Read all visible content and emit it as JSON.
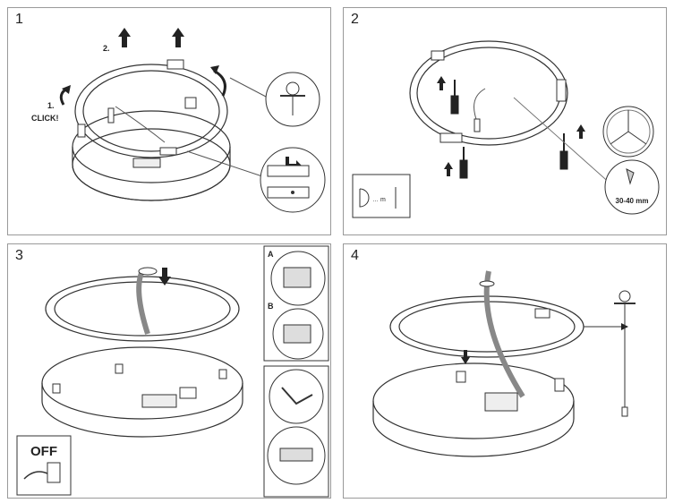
{
  "panels": [
    {
      "number": "1",
      "step_up_label": "2.",
      "step_rotate_label": "1.",
      "click_label": "CLICK!"
    },
    {
      "number": "2",
      "distance_label": "30-40 mm"
    },
    {
      "number": "3",
      "callout_a": "A",
      "callout_b": "B",
      "switch_label": "OFF"
    },
    {
      "number": "4"
    }
  ],
  "colors": {
    "line": "#333333",
    "panel_border": "#9a9a9a",
    "fill": "#ffffff",
    "shade": "#dcdcdc"
  }
}
